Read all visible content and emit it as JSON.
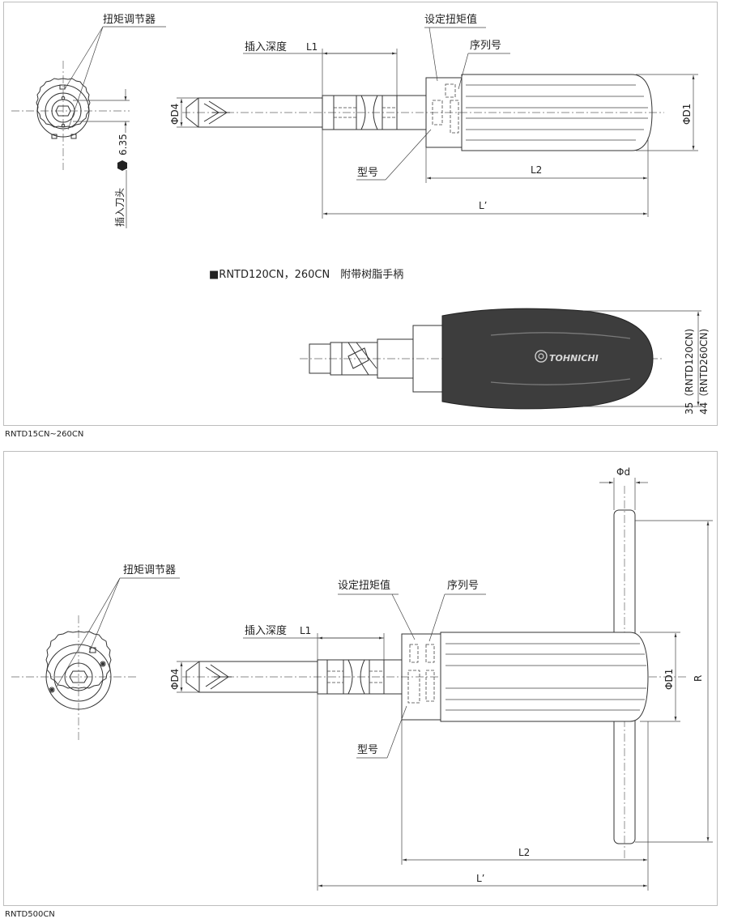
{
  "top": {
    "caption": "RNTD15CN~260CN",
    "labels": {
      "adjuster": "扭矩调节器",
      "set_torque": "设定扭矩值",
      "serial": "序列号",
      "insert_depth": "插入深度",
      "model": "型号",
      "hex_size": "6.35",
      "insert_bit": "插入刀头",
      "variant_note": "■RNTD120CN，260CN　附带树脂手柄",
      "brand": "TOHNICHI"
    },
    "dims": {
      "d4": "ΦD4",
      "d1": "ΦD1",
      "l1": "L1",
      "l2": "L2",
      "lp": "L’",
      "size_a": "35（RNTD120CN)",
      "size_b": "44（RNTD260CN)"
    }
  },
  "bottom": {
    "caption": "RNTD500CN",
    "labels": {
      "adjuster": "扭矩调节器",
      "set_torque": "设定扭矩值",
      "serial": "序列号",
      "insert_depth": "插入深度",
      "model": "型号"
    },
    "dims": {
      "d4": "ΦD4",
      "d1": "ΦD1",
      "d": "Φd",
      "r": "R",
      "l1": "L1",
      "l2": "L2",
      "lp": "L’"
    }
  }
}
